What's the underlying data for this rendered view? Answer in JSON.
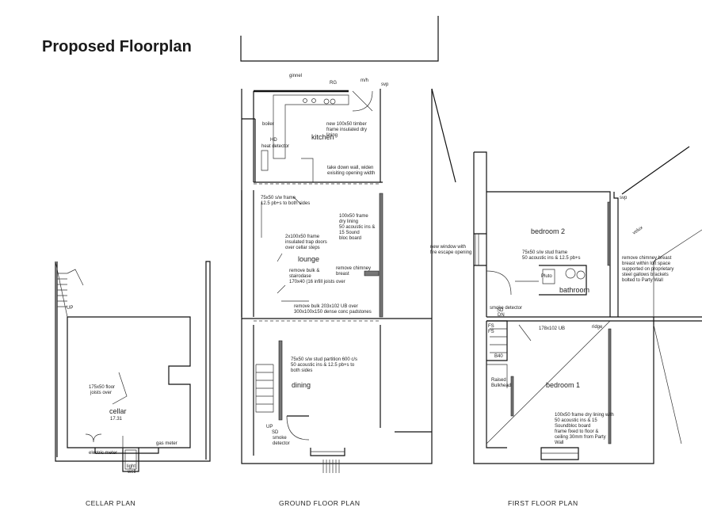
{
  "title": "Proposed Floorplan",
  "plans": {
    "cellar": "CELLAR   PLAN",
    "ground": "GROUND   FLOOR   PLAN",
    "first": "FIRST   FLOOR   PLAN"
  },
  "rooms": {
    "cellar": "cellar",
    "cellar_size": "17.31",
    "kitchen": "kitchen",
    "lounge": "lounge",
    "dining": "dining",
    "bedroom1": "bedroom 1",
    "bedroom2": "bedroom 2",
    "bathroom": "bathroom"
  },
  "notes": {
    "ginnel": "ginnel",
    "mh": "m/h",
    "svp": "svp",
    "svp2": "svp",
    "rg": "RG",
    "boiler": "boiler",
    "hd": "HD",
    "heat_detector": "heat detector",
    "kitchen_frame_1": "new 100x50 timber",
    "kitchen_frame_2": "frame insulated dry",
    "kitchen_frame_3": "lining",
    "take_down_1": "take down wall, widen",
    "take_down_2": "exisiting opening width",
    "stud_frame_1": "75x50 s/w frame",
    "stud_frame_2": "12.5 pb+s to both sides",
    "dry_lining_1": "100x50 frame",
    "dry_lining_2": "dry lining",
    "dry_lining_3": "50 acoustic ins &",
    "dry_lining_4": "15 Sound",
    "dry_lining_5": "bloc board",
    "lounge_frame_1": "2x100x50 frame",
    "lounge_frame_2": "insulated trap doors",
    "lounge_frame_3": "over cellar steps",
    "remove_chimney_1": "remove chimney",
    "remove_chimney_2": "breast",
    "remove_bulk_1": "remove bulk &",
    "remove_bulk_2": "stairodase",
    "remove_bulk_3": "170x40 (16 infill joists over",
    "remove_bulk_4": "remove bulk 203x102 UB over",
    "remove_bulk_5": "300x100x150 dense conc padstones",
    "dining_partition_1": "75x50 s/w stud partition 600 c/s",
    "dining_partition_2": "50 acoustic ins & 12.5 pb+s to",
    "dining_partition_3": "both sides",
    "up": "UP",
    "up2": "UP",
    "sd": "SD",
    "sd2": "SD",
    "smoke_det_1": "smoke",
    "smoke_det_2": "detector",
    "cellar_floor_1": "175x50 floor",
    "cellar_floor_2": "joists over",
    "electric_meter": "electric meter",
    "gas_meter": "gas meter",
    "light_well_1": "light",
    "light_well_2": "well",
    "new_window_1": "new window with",
    "new_window_2": "fire escape opening",
    "bath_stud_1": "75x50 s/w stud frame",
    "bath_stud_2": "50 acoustic ins & 12.5 pb+s",
    "remove_cb_1": "remove chimney breast",
    "remove_cb_2": "breast within loft space",
    "remove_cb_3": "supported on proprietary",
    "remove_cb_4": "steel gallows brackets",
    "remove_cb_5": "bolted to Party Wall",
    "smoke_detector": "smoke detector",
    "ub": "178x102 UB",
    "ridge": "ridge",
    "dn": "DN",
    "b40": "B40",
    "raised_1": "Raised",
    "raised_2": "Bulkhead",
    "bed1_lining_1": "100x50 frame dry lining with",
    "bed1_lining_2": "50 acoustic ins & 15",
    "bed1_lining_3": "Soundbloc board",
    "bed1_lining_4": "frame fixed to floor &",
    "bed1_lining_5": "ceiling 30mm from Party",
    "bed1_lining_6": "Wall",
    "velux": "velux",
    "fs": "FS",
    "fs2": "FS",
    "pluto": "Pluto"
  }
}
